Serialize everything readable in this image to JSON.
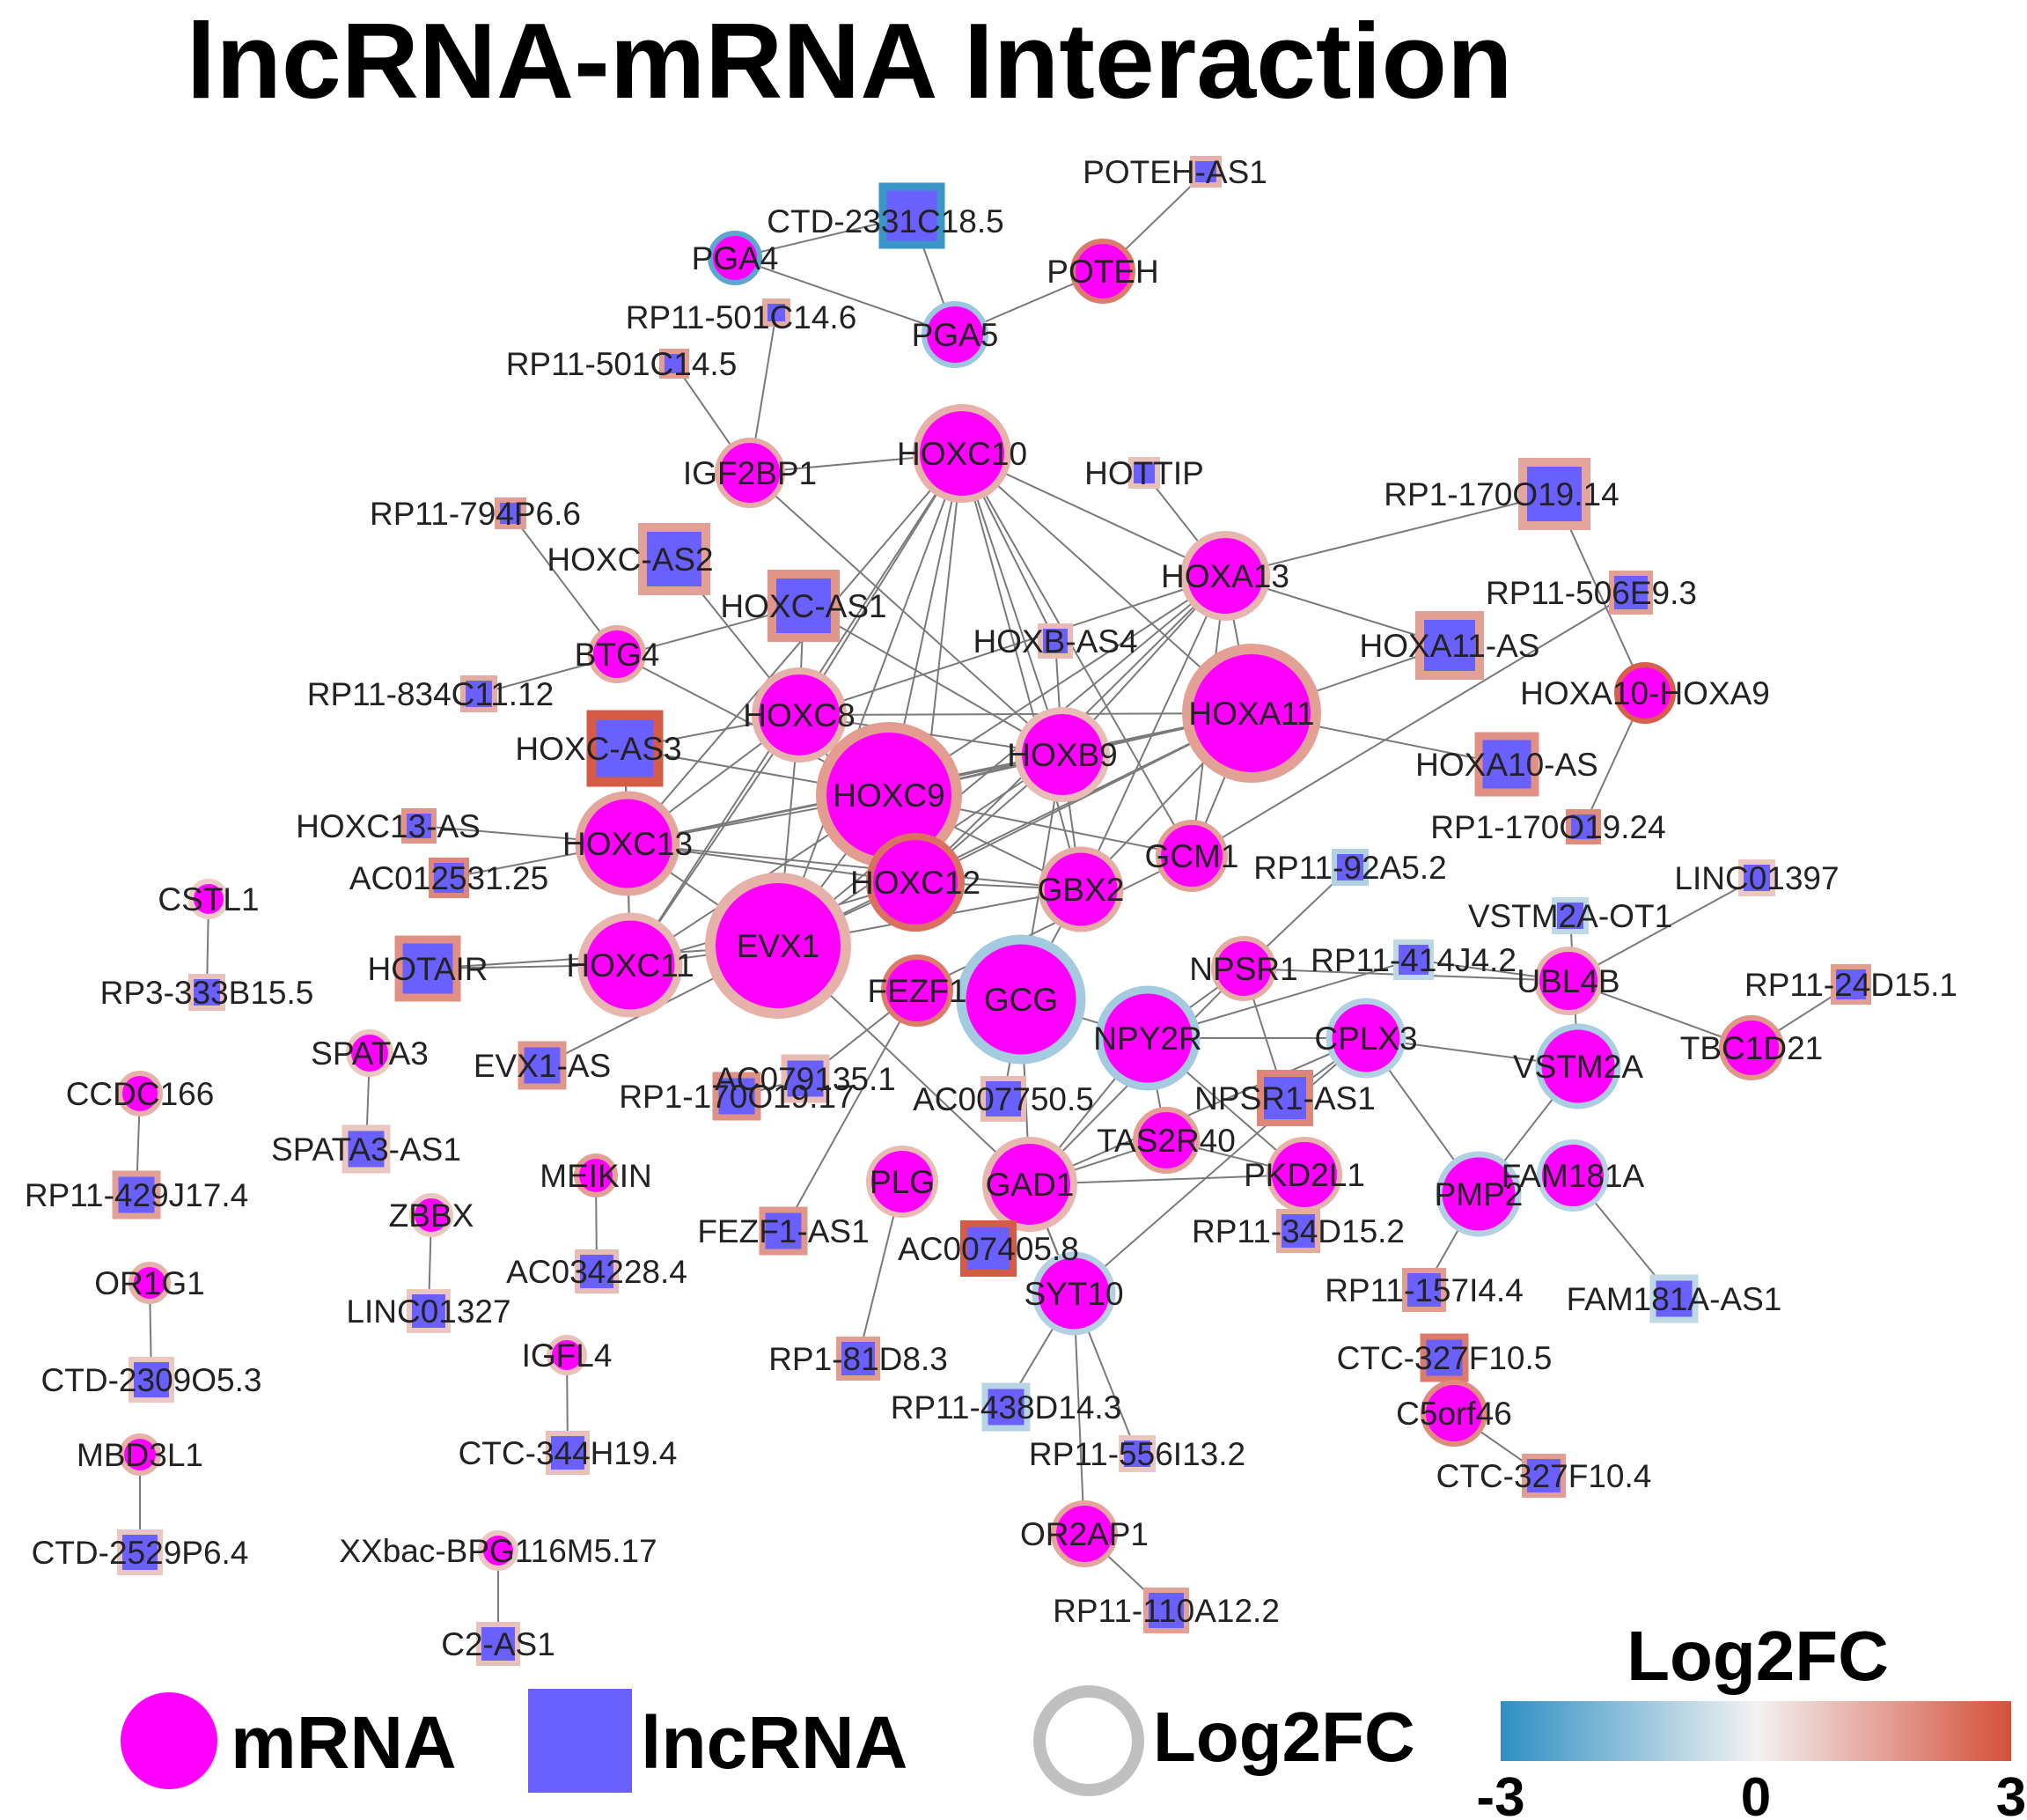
{
  "title": "lncRNA-mRNA Interaction",
  "colors": {
    "mrna_fill": "#ff00ff",
    "lncrna_fill": "#6a5fff",
    "edge": "#7a7a7a",
    "scale_low": "#2e8fc4",
    "scale_mid": "#f2f2f2",
    "scale_high": "#d4503a",
    "ring_neutral": "#c0c0c0"
  },
  "legend": {
    "mrna": "mRNA",
    "lncrna": "lncRNA",
    "ring": "Log2FC",
    "scale_title": "Log2FC",
    "scale_min": "-3",
    "scale_mid": "0",
    "scale_max": "3"
  },
  "nodes": [
    {
      "id": "POTEH-AS1",
      "type": "lncRNA",
      "log2fc": 1.2
    },
    {
      "id": "CTD-2331C18.5",
      "type": "lncRNA",
      "log2fc": -2.8
    },
    {
      "id": "PGA4",
      "type": "mRNA",
      "log2fc": -2.3
    },
    {
      "id": "POTEH",
      "type": "mRNA",
      "log2fc": 2.2
    },
    {
      "id": "PGA5",
      "type": "mRNA",
      "log2fc": -1.3
    },
    {
      "id": "RP11-501C14.6",
      "type": "lncRNA",
      "log2fc": 1.3
    },
    {
      "id": "RP11-501C14.5",
      "type": "lncRNA",
      "log2fc": 1.6
    },
    {
      "id": "HOXC10",
      "type": "mRNA",
      "log2fc": 1.2
    },
    {
      "id": "IGF2BP1",
      "type": "mRNA",
      "log2fc": 1.3
    },
    {
      "id": "HOTTIP",
      "type": "lncRNA",
      "log2fc": 0.9
    },
    {
      "id": "RP1-170O19.14",
      "type": "lncRNA",
      "log2fc": 1.4
    },
    {
      "id": "RP11-794P6.6",
      "type": "lncRNA",
      "log2fc": 1.6
    },
    {
      "id": "HOXC-AS2",
      "type": "lncRNA",
      "log2fc": 1.5
    },
    {
      "id": "HOXA13",
      "type": "mRNA",
      "log2fc": 1.1
    },
    {
      "id": "HOXC-AS1",
      "type": "lncRNA",
      "log2fc": 1.7
    },
    {
      "id": "RP11-506E9.3",
      "type": "lncRNA",
      "log2fc": 1.5
    },
    {
      "id": "BTG4",
      "type": "mRNA",
      "log2fc": 1.3
    },
    {
      "id": "HOXB-AS4",
      "type": "lncRNA",
      "log2fc": 1.0
    },
    {
      "id": "HOXA11-AS",
      "type": "lncRNA",
      "log2fc": 1.5
    },
    {
      "id": "HOXA10-HOXA9",
      "type": "mRNA",
      "log2fc": 2.7
    },
    {
      "id": "RP11-834C11.12",
      "type": "lncRNA",
      "log2fc": 1.3
    },
    {
      "id": "HOXA11",
      "type": "mRNA",
      "log2fc": 1.5
    },
    {
      "id": "HOXC8",
      "type": "mRNA",
      "log2fc": 1.2
    },
    {
      "id": "HOXC-AS3",
      "type": "lncRNA",
      "log2fc": 2.8
    },
    {
      "id": "HOXB9",
      "type": "mRNA",
      "log2fc": 1.0
    },
    {
      "id": "HOXA10-AS",
      "type": "lncRNA",
      "log2fc": 1.8
    },
    {
      "id": "HOXC9",
      "type": "mRNA",
      "log2fc": 1.6
    },
    {
      "id": "RP1-170O19.24",
      "type": "lncRNA",
      "log2fc": 1.9
    },
    {
      "id": "HOXC13-AS",
      "type": "lncRNA",
      "log2fc": 1.7
    },
    {
      "id": "HOXC13",
      "type": "mRNA",
      "log2fc": 1.4
    },
    {
      "id": "GCM1",
      "type": "mRNA",
      "log2fc": 1.5
    },
    {
      "id": "RP11-92A5.2",
      "type": "lncRNA",
      "log2fc": -1.0
    },
    {
      "id": "AC012531.25",
      "type": "lncRNA",
      "log2fc": 2.0
    },
    {
      "id": "HOXC12",
      "type": "mRNA",
      "log2fc": 2.4
    },
    {
      "id": "GBX2",
      "type": "mRNA",
      "log2fc": 1.3
    },
    {
      "id": "LINC01397",
      "type": "lncRNA",
      "log2fc": 0.8
    },
    {
      "id": "CSTL1",
      "type": "mRNA",
      "log2fc": 0.7
    },
    {
      "id": "VSTM2A-OT1",
      "type": "lncRNA",
      "log2fc": -0.8
    },
    {
      "id": "RP11-414J4.2",
      "type": "lncRNA",
      "log2fc": -0.8
    },
    {
      "id": "EVX1",
      "type": "mRNA",
      "log2fc": 1.2
    },
    {
      "id": "HOTAIR",
      "type": "lncRNA",
      "log2fc": 1.8
    },
    {
      "id": "HOXC11",
      "type": "mRNA",
      "log2fc": 1.1
    },
    {
      "id": "NPSR1",
      "type": "mRNA",
      "log2fc": 1.3
    },
    {
      "id": "UBL4B",
      "type": "mRNA",
      "log2fc": 1.1
    },
    {
      "id": "RP11-24D15.1",
      "type": "lncRNA",
      "log2fc": 1.6
    },
    {
      "id": "RP3-333B15.5",
      "type": "lncRNA",
      "log2fc": 0.9
    },
    {
      "id": "FEZF1",
      "type": "mRNA",
      "log2fc": 2.2
    },
    {
      "id": "GCG",
      "type": "mRNA",
      "log2fc": -1.2
    },
    {
      "id": "NPY2R",
      "type": "mRNA",
      "log2fc": -1.2
    },
    {
      "id": "CPLX3",
      "type": "mRNA",
      "log2fc": -1.0
    },
    {
      "id": "TBC1D21",
      "type": "mRNA",
      "log2fc": 1.7
    },
    {
      "id": "SPATA3",
      "type": "mRNA",
      "log2fc": 0.8
    },
    {
      "id": "EVX1-AS",
      "type": "lncRNA",
      "log2fc": 1.7
    },
    {
      "id": "AC079135.1",
      "type": "lncRNA",
      "log2fc": 1.0
    },
    {
      "id": "VSTM2A",
      "type": "mRNA",
      "log2fc": -1.1
    },
    {
      "id": "CCDC166",
      "type": "mRNA",
      "log2fc": 1.2
    },
    {
      "id": "RP1-170O19.17",
      "type": "lncRNA",
      "log2fc": 1.8
    },
    {
      "id": "AC007750.5",
      "type": "lncRNA",
      "log2fc": 1.0
    },
    {
      "id": "NPSR1-AS1",
      "type": "lncRNA",
      "log2fc": 2.0
    },
    {
      "id": "SPATA3-AS1",
      "type": "lncRNA",
      "log2fc": 0.8
    },
    {
      "id": "TAS2R40",
      "type": "mRNA",
      "log2fc": 1.5
    },
    {
      "id": "MEIKIN",
      "type": "mRNA",
      "log2fc": 1.5
    },
    {
      "id": "PKD2L1",
      "type": "mRNA",
      "log2fc": 1.2
    },
    {
      "id": "RP11-429J17.4",
      "type": "lncRNA",
      "log2fc": 1.5
    },
    {
      "id": "PLG",
      "type": "mRNA",
      "log2fc": 1.0
    },
    {
      "id": "GAD1",
      "type": "mRNA",
      "log2fc": 1.1
    },
    {
      "id": "FAM181A",
      "type": "mRNA",
      "log2fc": -0.9
    },
    {
      "id": "PMP2",
      "type": "mRNA",
      "log2fc": -1.0
    },
    {
      "id": "ZBBX",
      "type": "mRNA",
      "log2fc": 0.8
    },
    {
      "id": "FEZF1-AS1",
      "type": "lncRNA",
      "log2fc": 1.7
    },
    {
      "id": "AC007405.8",
      "type": "lncRNA",
      "log2fc": 2.8
    },
    {
      "id": "RP11-34D15.2",
      "type": "lncRNA",
      "log2fc": 1.3
    },
    {
      "id": "AC034228.4",
      "type": "lncRNA",
      "log2fc": 1.0
    },
    {
      "id": "OR1G1",
      "type": "mRNA",
      "log2fc": 1.2
    },
    {
      "id": "SYT10",
      "type": "mRNA",
      "log2fc": -1.0
    },
    {
      "id": "RP11-157I4.4",
      "type": "lncRNA",
      "log2fc": 1.6
    },
    {
      "id": "FAM181A-AS1",
      "type": "lncRNA",
      "log2fc": -0.8
    },
    {
      "id": "LINC01327",
      "type": "lncRNA",
      "log2fc": 0.8
    },
    {
      "id": "CTC-327F10.5",
      "type": "lncRNA",
      "log2fc": 2.2
    },
    {
      "id": "IGFL4",
      "type": "mRNA",
      "log2fc": 0.9
    },
    {
      "id": "RP1-81D8.3",
      "type": "lncRNA",
      "log2fc": 1.6
    },
    {
      "id": "CTD-2309O5.3",
      "type": "lncRNA",
      "log2fc": 0.8
    },
    {
      "id": "C5orf46",
      "type": "mRNA",
      "log2fc": 1.9
    },
    {
      "id": "RP11-438D14.3",
      "type": "lncRNA",
      "log2fc": -0.9
    },
    {
      "id": "MBD3L1",
      "type": "mRNA",
      "log2fc": 1.2
    },
    {
      "id": "CTC-344H19.4",
      "type": "lncRNA",
      "log2fc": 0.9
    },
    {
      "id": "RP11-556I13.2",
      "type": "lncRNA",
      "log2fc": 0.8
    },
    {
      "id": "CTC-327F10.4",
      "type": "lncRNA",
      "log2fc": 1.6
    },
    {
      "id": "OR2AP1",
      "type": "mRNA",
      "log2fc": 1.4
    },
    {
      "id": "XXbac-BPG116M5.17",
      "type": "mRNA",
      "log2fc": 0.8
    },
    {
      "id": "CTD-2529P6.4",
      "type": "lncRNA",
      "log2fc": 0.8
    },
    {
      "id": "RP11-110A12.2",
      "type": "lncRNA",
      "log2fc": 1.5
    },
    {
      "id": "C2-AS1",
      "type": "lncRNA",
      "log2fc": 0.9
    }
  ],
  "edges": [
    [
      "POTEH-AS1",
      "POTEH"
    ],
    [
      "POTEH",
      "PGA5"
    ],
    [
      "CTD-2331C18.5",
      "PGA4"
    ],
    [
      "CTD-2331C18.5",
      "PGA5"
    ],
    [
      "PGA4",
      "PGA5"
    ],
    [
      "RP11-501C14.5",
      "IGF2BP1"
    ],
    [
      "RP11-501C14.6",
      "IGF2BP1"
    ],
    [
      "IGF2BP1",
      "HOXC10"
    ],
    [
      "IGF2BP1",
      "HOXB9"
    ],
    [
      "HOTTIP",
      "HOXA13"
    ],
    [
      "RP1-170O19.14",
      "HOXA13"
    ],
    [
      "RP1-170O19.14",
      "HOXA10-HOXA9"
    ],
    [
      "RP11-506E9.3",
      "GCM1"
    ],
    [
      "RP11-794P6.6",
      "BTG4"
    ],
    [
      "BTG4",
      "HOXC9"
    ],
    [
      "HOXC-AS2",
      "HOXC8"
    ],
    [
      "RP11-834C11.12",
      "HOXC-AS1"
    ],
    [
      "HOXC-AS1",
      "HOXC8"
    ],
    [
      "HOXC-AS1",
      "HOXB9"
    ],
    [
      "HOXB-AS4",
      "HOXB9"
    ],
    [
      "HOXA11-AS",
      "HOXA11"
    ],
    [
      "HOXA11-AS",
      "HOXA13"
    ],
    [
      "HOXA10-HOXA9",
      "RP1-170O19.24"
    ],
    [
      "HOXA10-AS",
      "HOXA11"
    ],
    [
      "HOXC-AS3",
      "HOXC8"
    ],
    [
      "HOXC-AS3",
      "HOXC9"
    ],
    [
      "HOXC-AS3",
      "HOXC13"
    ],
    [
      "HOXC-AS3",
      "HOXC11"
    ],
    [
      "HOXC13-AS",
      "HOXC13"
    ],
    [
      "AC012531.25",
      "HOXC13"
    ],
    [
      "HOTAIR",
      "HOXC11"
    ],
    [
      "HOTAIR",
      "EVX1"
    ],
    [
      "EVX1-AS",
      "EVX1"
    ],
    [
      "HOXC10",
      "HOXC8"
    ],
    [
      "HOXC10",
      "HOXC9"
    ],
    [
      "HOXC10",
      "HOXC13"
    ],
    [
      "HOXC10",
      "HOXC12"
    ],
    [
      "HOXC10",
      "HOXC11"
    ],
    [
      "HOXC10",
      "EVX1"
    ],
    [
      "HOXC10",
      "HOXB9"
    ],
    [
      "HOXC10",
      "HOXA11"
    ],
    [
      "HOXC10",
      "HOXA13"
    ],
    [
      "HOXC10",
      "GBX2"
    ],
    [
      "HOXC10",
      "GCM1"
    ],
    [
      "HOXC10",
      "HOXB-AS4"
    ],
    [
      "HOXA13",
      "HOXC9"
    ],
    [
      "HOXA13",
      "HOXB9"
    ],
    [
      "HOXA13",
      "HOXA11"
    ],
    [
      "HOXA13",
      "HOXC12"
    ],
    [
      "HOXA13",
      "EVX1"
    ],
    [
      "HOXA13",
      "GBX2"
    ],
    [
      "HOXA13",
      "GCM1"
    ],
    [
      "HOXA13",
      "HOXC8"
    ],
    [
      "HOXA11",
      "HOXC9"
    ],
    [
      "HOXA11",
      "HOXB9"
    ],
    [
      "HOXA11",
      "HOXC12"
    ],
    [
      "HOXA11",
      "EVX1"
    ],
    [
      "HOXA11",
      "GBX2"
    ],
    [
      "HOXA11",
      "GCM1"
    ],
    [
      "HOXA11",
      "HOXC13"
    ],
    [
      "HOXA11",
      "HOXC8"
    ],
    [
      "HOXC8",
      "HOXC9"
    ],
    [
      "HOXC8",
      "HOXC13"
    ],
    [
      "HOXC8",
      "HOXC12"
    ],
    [
      "HOXC8",
      "HOXC11"
    ],
    [
      "HOXC8",
      "EVX1"
    ],
    [
      "HOXC8",
      "HOXB9"
    ],
    [
      "HOXC9",
      "HOXC13"
    ],
    [
      "HOXC9",
      "HOXC12"
    ],
    [
      "HOXC9",
      "HOXC11"
    ],
    [
      "HOXC9",
      "EVX1"
    ],
    [
      "HOXC9",
      "HOXB9"
    ],
    [
      "HOXC9",
      "GBX2"
    ],
    [
      "HOXC9",
      "GCM1"
    ],
    [
      "HOXB9",
      "EVX1"
    ],
    [
      "HOXB9",
      "HOXC12"
    ],
    [
      "HOXB9",
      "GBX2"
    ],
    [
      "HOXB9",
      "HOXC13"
    ],
    [
      "HOXB9",
      "GCG"
    ],
    [
      "HOXC13",
      "HOXC12"
    ],
    [
      "HOXC13",
      "HOXC11"
    ],
    [
      "HOXC13",
      "EVX1"
    ],
    [
      "HOXC13",
      "GBX2"
    ],
    [
      "HOXC12",
      "EVX1"
    ],
    [
      "HOXC12",
      "GBX2"
    ],
    [
      "HOXC11",
      "EVX1"
    ],
    [
      "HOXC11",
      "HOXC12"
    ],
    [
      "EVX1",
      "GBX2"
    ],
    [
      "EVX1",
      "GAD1"
    ],
    [
      "GBX2",
      "GCG"
    ],
    [
      "GCM1",
      "FEZF1"
    ],
    [
      "GCG",
      "NPY2R"
    ],
    [
      "GCG",
      "GAD1"
    ],
    [
      "GCG",
      "AC007750.5"
    ],
    [
      "FEZF1",
      "AC079135.1"
    ],
    [
      "FEZF1",
      "FEZF1-AS1"
    ],
    [
      "AC079135.1",
      "RP1-170O19.17"
    ],
    [
      "NPY2R",
      "NPSR1"
    ],
    [
      "NPY2R",
      "GAD1"
    ],
    [
      "NPY2R",
      "CPLX3"
    ],
    [
      "NPY2R",
      "TAS2R40"
    ],
    [
      "NPY2R",
      "PKD2L1"
    ],
    [
      "NPY2R",
      "RP11-414J4.2"
    ],
    [
      "NPSR1",
      "RP11-92A5.2"
    ],
    [
      "NPSR1",
      "NPSR1-AS1"
    ],
    [
      "NPSR1",
      "GAD1"
    ],
    [
      "NPSR1",
      "UBL4B"
    ],
    [
      "RP11-414J4.2",
      "UBL4B"
    ],
    [
      "CPLX3",
      "VSTM2A"
    ],
    [
      "CPLX3",
      "PMP2"
    ],
    [
      "CPLX3",
      "NPSR1-AS1"
    ],
    [
      "CPLX3",
      "SYT10"
    ],
    [
      "CPLX3",
      "GAD1"
    ],
    [
      "VSTM2A",
      "VSTM2A-OT1"
    ],
    [
      "VSTM2A",
      "PMP2"
    ],
    [
      "UBL4B",
      "LINC01397"
    ],
    [
      "UBL4B",
      "TBC1D21"
    ],
    [
      "TBC1D21",
      "RP11-24D15.1"
    ],
    [
      "FAM181A",
      "FAM181A-AS1"
    ],
    [
      "PMP2",
      "RP11-157I4.4"
    ],
    [
      "GAD1",
      "TAS2R40"
    ],
    [
      "GAD1",
      "PKD2L1"
    ],
    [
      "GAD1",
      "AC007405.8"
    ],
    [
      "GAD1",
      "SYT10"
    ],
    [
      "GAD1",
      "RP11-556I13.2"
    ],
    [
      "TAS2R40",
      "PKD2L1"
    ],
    [
      "PKD2L1",
      "RP11-34D15.2"
    ],
    [
      "PLG",
      "RP1-81D8.3"
    ],
    [
      "SYT10",
      "RP11-438D14.3"
    ],
    [
      "SYT10",
      "OR2AP1"
    ],
    [
      "OR2AP1",
      "RP11-110A12.2"
    ],
    [
      "C5orf46",
      "CTC-327F10.5"
    ],
    [
      "C5orf46",
      "CTC-327F10.4"
    ],
    [
      "CSTL1",
      "RP3-333B15.5"
    ],
    [
      "SPATA3",
      "SPATA3-AS1"
    ],
    [
      "CCDC166",
      "RP11-429J17.4"
    ],
    [
      "ZBBX",
      "LINC01327"
    ],
    [
      "MEIKIN",
      "AC034228.4"
    ],
    [
      "OR1G1",
      "CTD-2309O5.3"
    ],
    [
      "IGFL4",
      "CTC-344H19.4"
    ],
    [
      "MBD3L1",
      "CTD-2529P6.4"
    ],
    [
      "XXbac-BPG116M5.17",
      "C2-AS1"
    ]
  ]
}
